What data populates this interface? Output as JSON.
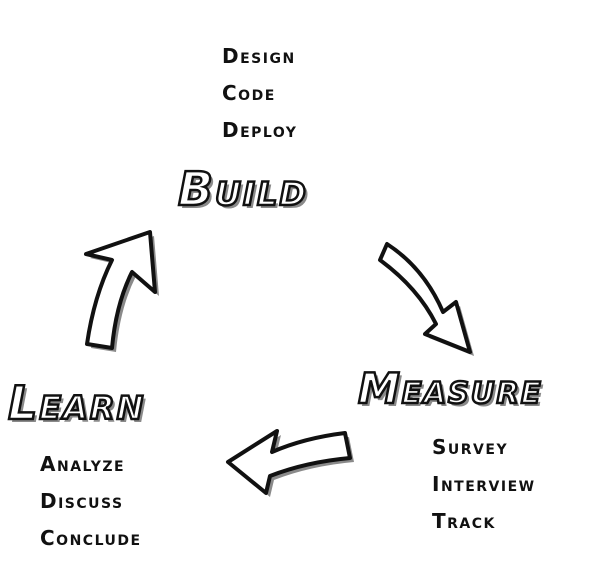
{
  "phases": {
    "build": {
      "title": "Build",
      "items": [
        "Design",
        "Code",
        "Deploy"
      ]
    },
    "measure": {
      "title": "Measure",
      "items": [
        "Survey",
        "Interview",
        "Track"
      ]
    },
    "learn": {
      "title": "Learn",
      "items": [
        "Analyze",
        "Discuss",
        "Conclude"
      ]
    }
  },
  "arrows": [
    {
      "from": "build",
      "to": "measure",
      "icon": "curved-arrow-down-right-icon"
    },
    {
      "from": "measure",
      "to": "learn",
      "icon": "curved-arrow-left-icon"
    },
    {
      "from": "learn",
      "to": "build",
      "icon": "curved-arrow-up-icon"
    }
  ],
  "colors": {
    "stroke": "#111111",
    "shadow": "#8a8a8a",
    "fill": "#ffffff"
  }
}
